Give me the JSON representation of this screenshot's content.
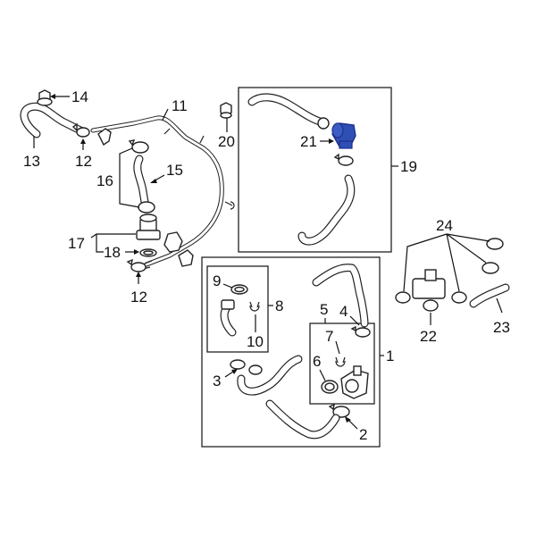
{
  "callouts": {
    "c1": "1",
    "c2": "2",
    "c3": "3",
    "c4": "4",
    "c5": "5",
    "c6": "6",
    "c7": "7",
    "c8": "8",
    "c9": "9",
    "c10": "10",
    "c11": "11",
    "c12a": "12",
    "c12b": "12",
    "c13": "13",
    "c14": "14",
    "c15": "15",
    "c16": "16",
    "c17": "17",
    "c18": "18",
    "c19": "19",
    "c20": "20",
    "c21": "21",
    "c22": "22",
    "c23": "23",
    "c24": "24"
  },
  "highlight": {
    "part": "21",
    "color": "#2f4fb5",
    "color_dark": "#1d318a"
  },
  "colors": {
    "line": "#222222",
    "background": "#ffffff"
  }
}
